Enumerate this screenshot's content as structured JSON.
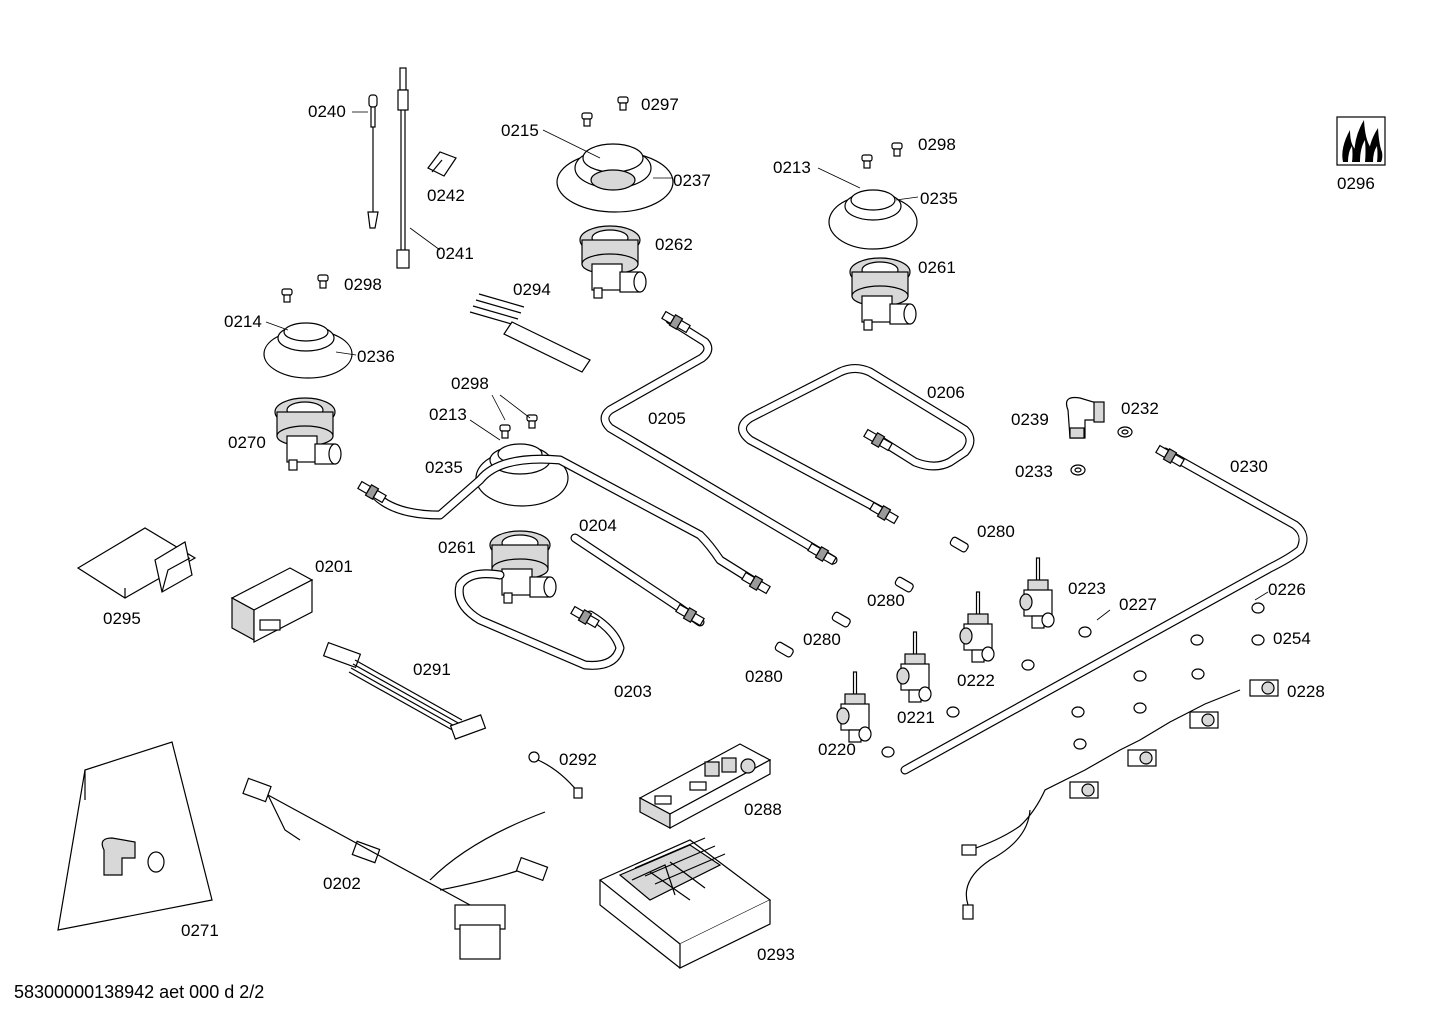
{
  "document_id": "58300000138942 aet 000 d 2/2",
  "labels": {
    "l0240": "0240",
    "l0242": "0242",
    "l0241": "0241",
    "l0215": "0215",
    "l0297": "0297",
    "l0237": "0237",
    "l0262": "0262",
    "l0294": "0294",
    "l0213a": "0213",
    "l0298a": "0298",
    "l0235a": "0235",
    "l0261a": "0261",
    "l0296": "0296",
    "l0298b": "0298",
    "l0214": "0214",
    "l0236": "0236",
    "l0298c": "0298",
    "l0213b": "0213",
    "l0235b": "0235",
    "l0270": "0270",
    "l0205": "0205",
    "l0206": "0206",
    "l0239": "0239",
    "l0232": "0232",
    "l0233": "0233",
    "l0230": "0230",
    "l0204": "0204",
    "l0261b": "0261",
    "l0201": "0201",
    "l0295": "0295",
    "l0280a": "0280",
    "l0223": "0223",
    "l0226": "0226",
    "l0227": "0227",
    "l0280b": "0280",
    "l0280c": "0280",
    "l0254": "0254",
    "l0280d": "0280",
    "l0222": "0222",
    "l0228": "0228",
    "l0291": "0291",
    "l0203": "0203",
    "l0221": "0221",
    "l0220": "0220",
    "l0292": "0292",
    "l0288": "0288",
    "l0202": "0202",
    "l0271": "0271",
    "l0293": "0293"
  },
  "icons": [
    "gas-flame-icon"
  ]
}
